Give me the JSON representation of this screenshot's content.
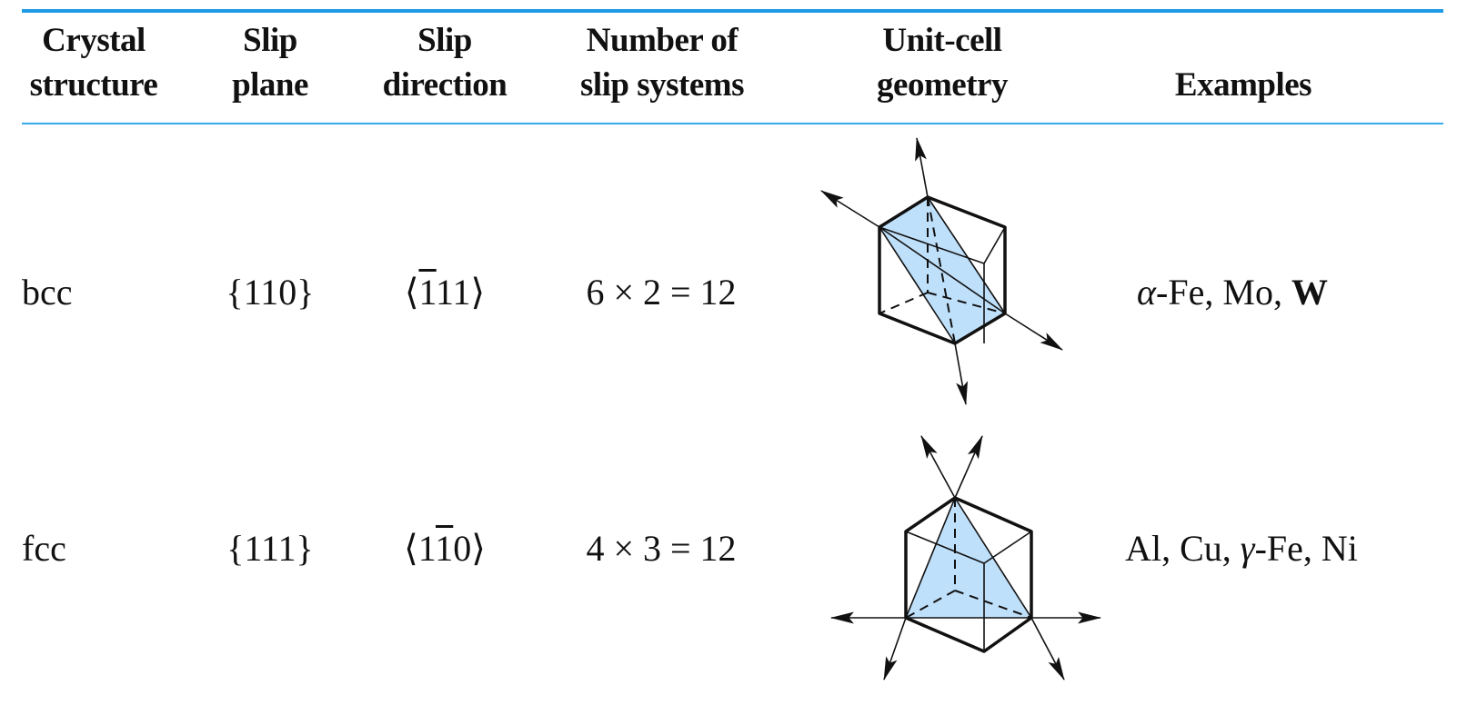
{
  "table": {
    "headers": [
      {
        "line1": "Crystal",
        "line2": "structure"
      },
      {
        "line1": "Slip",
        "line2": "plane"
      },
      {
        "line1": "Slip",
        "line2": "direction"
      },
      {
        "line1": "Number of",
        "line2": "slip systems"
      },
      {
        "line1": "Unit-cell",
        "line2": "geometry"
      },
      {
        "line1": "",
        "line2": "Examples"
      }
    ],
    "rows": [
      {
        "structure": "bcc",
        "slip_plane": "{110}",
        "slip_direction": {
          "open": "⟨",
          "bar": "1",
          "rest": "11",
          "close": "⟩"
        },
        "slip_systems": "6 × 2 = 12",
        "geometry_icon": "bcc-unit-cell-diagram",
        "examples": {
          "greek": "α",
          "rest": "-Fe, Mo, ",
          "bold": "W"
        }
      },
      {
        "structure": "fcc",
        "slip_plane": "{111}",
        "slip_direction": {
          "open": "⟨1",
          "bar": "1",
          "rest": "0",
          "close": "⟩"
        },
        "slip_systems": "4 × 3 = 12",
        "geometry_icon": "fcc-unit-cell-diagram",
        "examples": {
          "pre": "Al, Cu, ",
          "greek": "γ",
          "rest": "-Fe, Ni"
        }
      }
    ]
  },
  "colors": {
    "rule": "#1e9be6",
    "plane_fill": "#bfe0fb",
    "line": "#111111"
  }
}
